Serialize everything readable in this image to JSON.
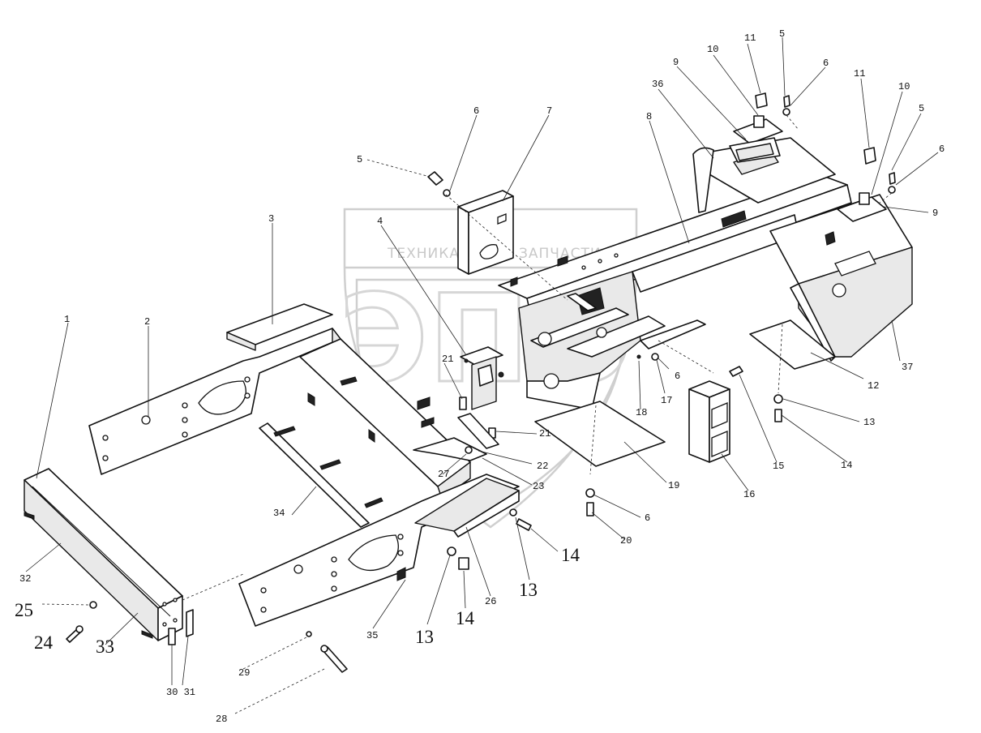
{
  "watermark": {
    "text_left": "ТЕХНИКА",
    "text_right": "ЗАПЧАСТИ",
    "logo_letters": "ЭПО"
  },
  "labels": {
    "1": "1",
    "2": "2",
    "3": "3",
    "4": "4",
    "5a": "5",
    "5b": "5",
    "5c": "5",
    "6a": "6",
    "6b": "6",
    "6c": "6",
    "6d": "6",
    "6e": "6",
    "7": "7",
    "8": "8",
    "9a": "9",
    "9b": "9",
    "10a": "10",
    "10b": "10",
    "11a": "11",
    "11b": "11",
    "12": "12",
    "13a": "13",
    "13b": "13",
    "13c": "13",
    "14a": "14",
    "14b": "14",
    "14c": "14",
    "15": "15",
    "16": "16",
    "17": "17",
    "18": "18",
    "19": "19",
    "20": "20",
    "21a": "21",
    "21b": "21",
    "22": "22",
    "23": "23",
    "24": "24",
    "25": "25",
    "26": "26",
    "27": "27",
    "28": "28",
    "29": "29",
    "30_31": "30 31",
    "32": "32",
    "33": "33",
    "34": "34",
    "35": "35",
    "36": "36",
    "37": "37"
  }
}
